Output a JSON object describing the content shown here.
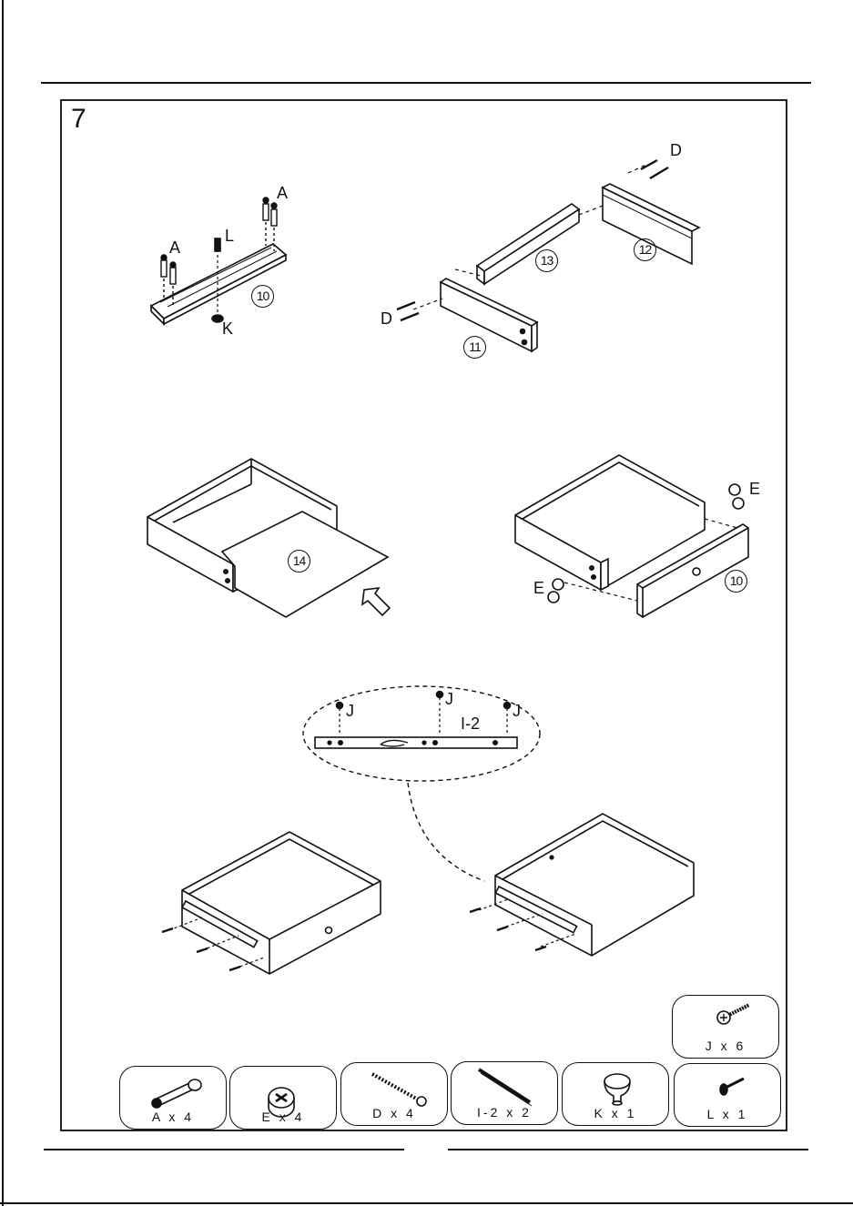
{
  "step": {
    "number": "7"
  },
  "panel1": {
    "labels": {
      "a_top": "A",
      "a_left": "A",
      "l": "L",
      "k": "K"
    },
    "part": "10"
  },
  "panel2": {
    "labels": {
      "d_top": "D",
      "d_left": "D"
    },
    "parts": {
      "p13": "13",
      "p12": "12",
      "p11": "11"
    }
  },
  "panel3": {
    "part": "14"
  },
  "panel4": {
    "labels": {
      "e_right": "E",
      "e_left": "E"
    },
    "part": "10"
  },
  "panel5": {
    "labels": {
      "j1": "J",
      "j2": "J",
      "j3": "J"
    },
    "rail": "I-2"
  },
  "hardware": [
    {
      "caption": "A x 4",
      "icon": "cam-bolt-icon"
    },
    {
      "caption": "E x 4",
      "icon": "cam-lock-icon"
    },
    {
      "caption": "D x 4",
      "icon": "wood-screw-icon"
    },
    {
      "caption": "I-2 x  2",
      "icon": "drawer-rail-icon"
    },
    {
      "caption": "K x 1",
      "icon": "knob-icon"
    },
    {
      "caption": "L x 1",
      "icon": "knob-screw-icon"
    },
    {
      "caption": "J x 6",
      "icon": "rail-screw-icon"
    }
  ]
}
